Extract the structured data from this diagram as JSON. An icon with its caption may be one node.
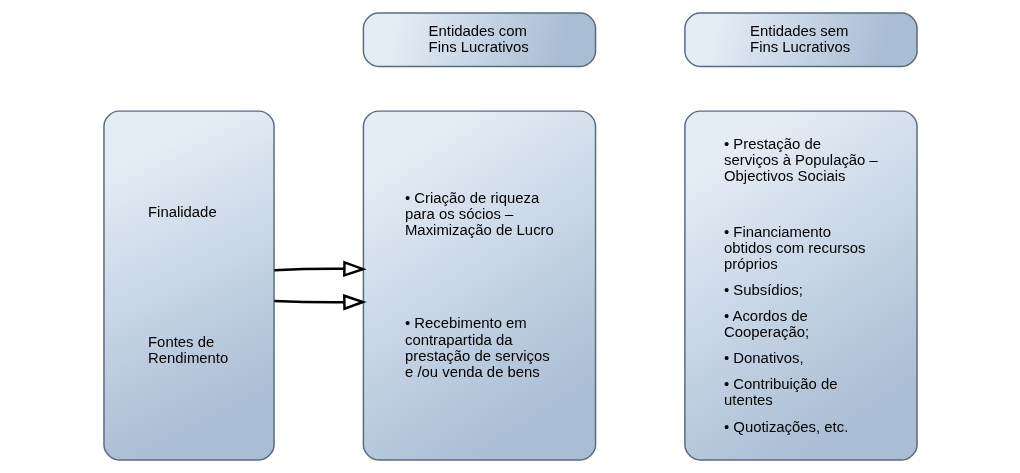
{
  "diagram": {
    "nodes": [
      {
        "text": [
          "Finalidade",
          "Fontes de Rendimento"
        ]
      },
      {
        "text": [
          "Entidades com Fins Lucrativos"
        ]
      },
      {
        "text": [
          "Entidades sem Fins Lucrativos"
        ]
      },
      {
        "text": [
          "• Criação de riqueza para os sócios – Maximização de Lucro",
          "• Recebimento em contrapartida da prestação de serviços e /ou venda de bens"
        ]
      },
      {
        "text": [
          "• Prestação de serviços à População – Objectivos Sociais",
          "• Financiamento obtidos com recursos próprios",
          "• Subsídios;",
          "• Acordos de Cooperação;",
          "• Donativos,",
          "• Contribuição de utentes",
          "• Quotizações, etc."
        ]
      }
    ],
    "edges": [
      {
        "from": 0,
        "to": 3,
        "arrow": "to"
      },
      {
        "from": 0,
        "to": 3,
        "arrow": "to"
      }
    ]
  }
}
